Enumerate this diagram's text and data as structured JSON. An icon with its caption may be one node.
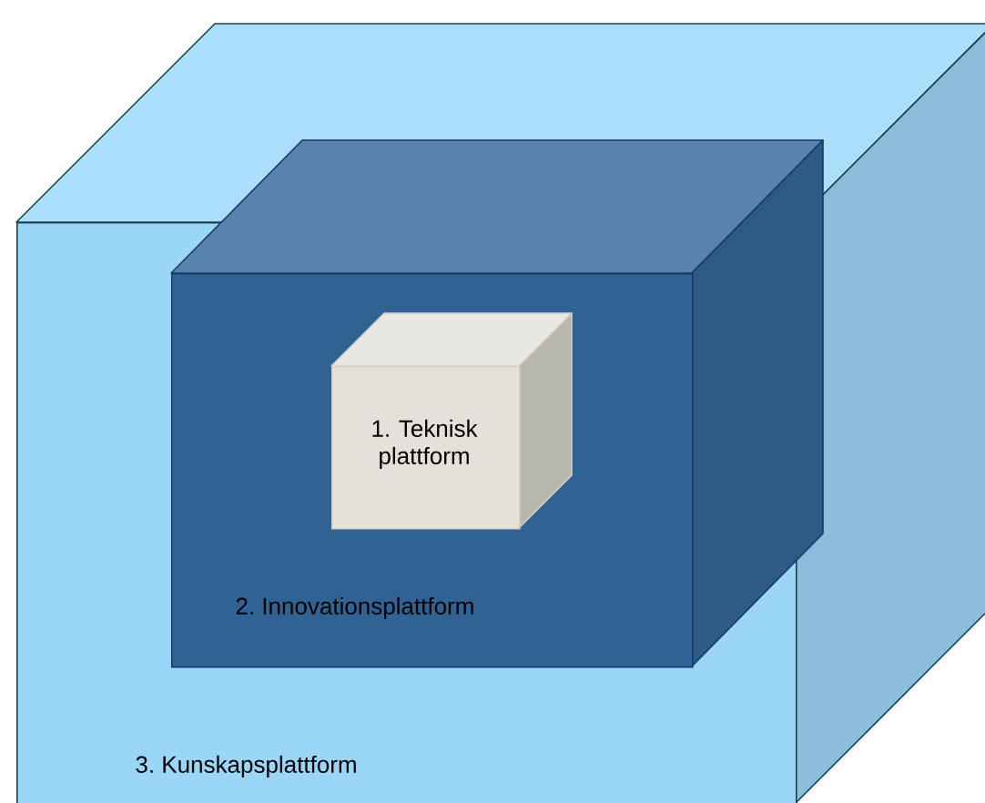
{
  "diagram": {
    "nodes": [
      {
        "text": [
          "3. Kunskapsplattform"
        ]
      },
      {
        "text": [
          "2. Innovationsplattform"
        ],
        "in": 0
      },
      {
        "text": [
          "1. Teknisk plattform"
        ],
        "in": 1
      }
    ]
  }
}
